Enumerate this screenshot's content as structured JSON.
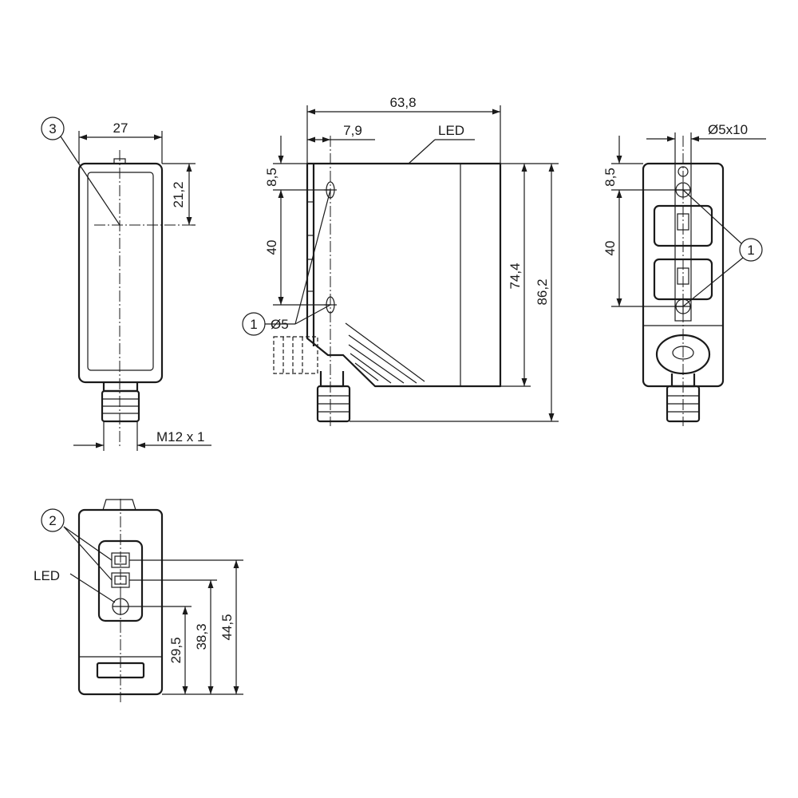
{
  "views": {
    "front": {
      "callout": "3",
      "dim_width": "27",
      "dim_height": "21,2",
      "thread": "M12 x 1"
    },
    "side": {
      "dim_length": "63,8",
      "dim_offset": "7,9",
      "led": "LED",
      "dim_upper": "8,5",
      "dim_spacing": "40",
      "callout": "1",
      "hole": "Ø5",
      "dim_body": "74,4",
      "dim_total": "86,2"
    },
    "rear": {
      "slot": "Ø5x10",
      "dim_upper": "8,5",
      "dim_spacing": "40",
      "callout": "1"
    },
    "bottom": {
      "callout": "2",
      "led": "LED",
      "dim_1": "29,5",
      "dim_2": "38,3",
      "dim_3": "44,5"
    }
  }
}
